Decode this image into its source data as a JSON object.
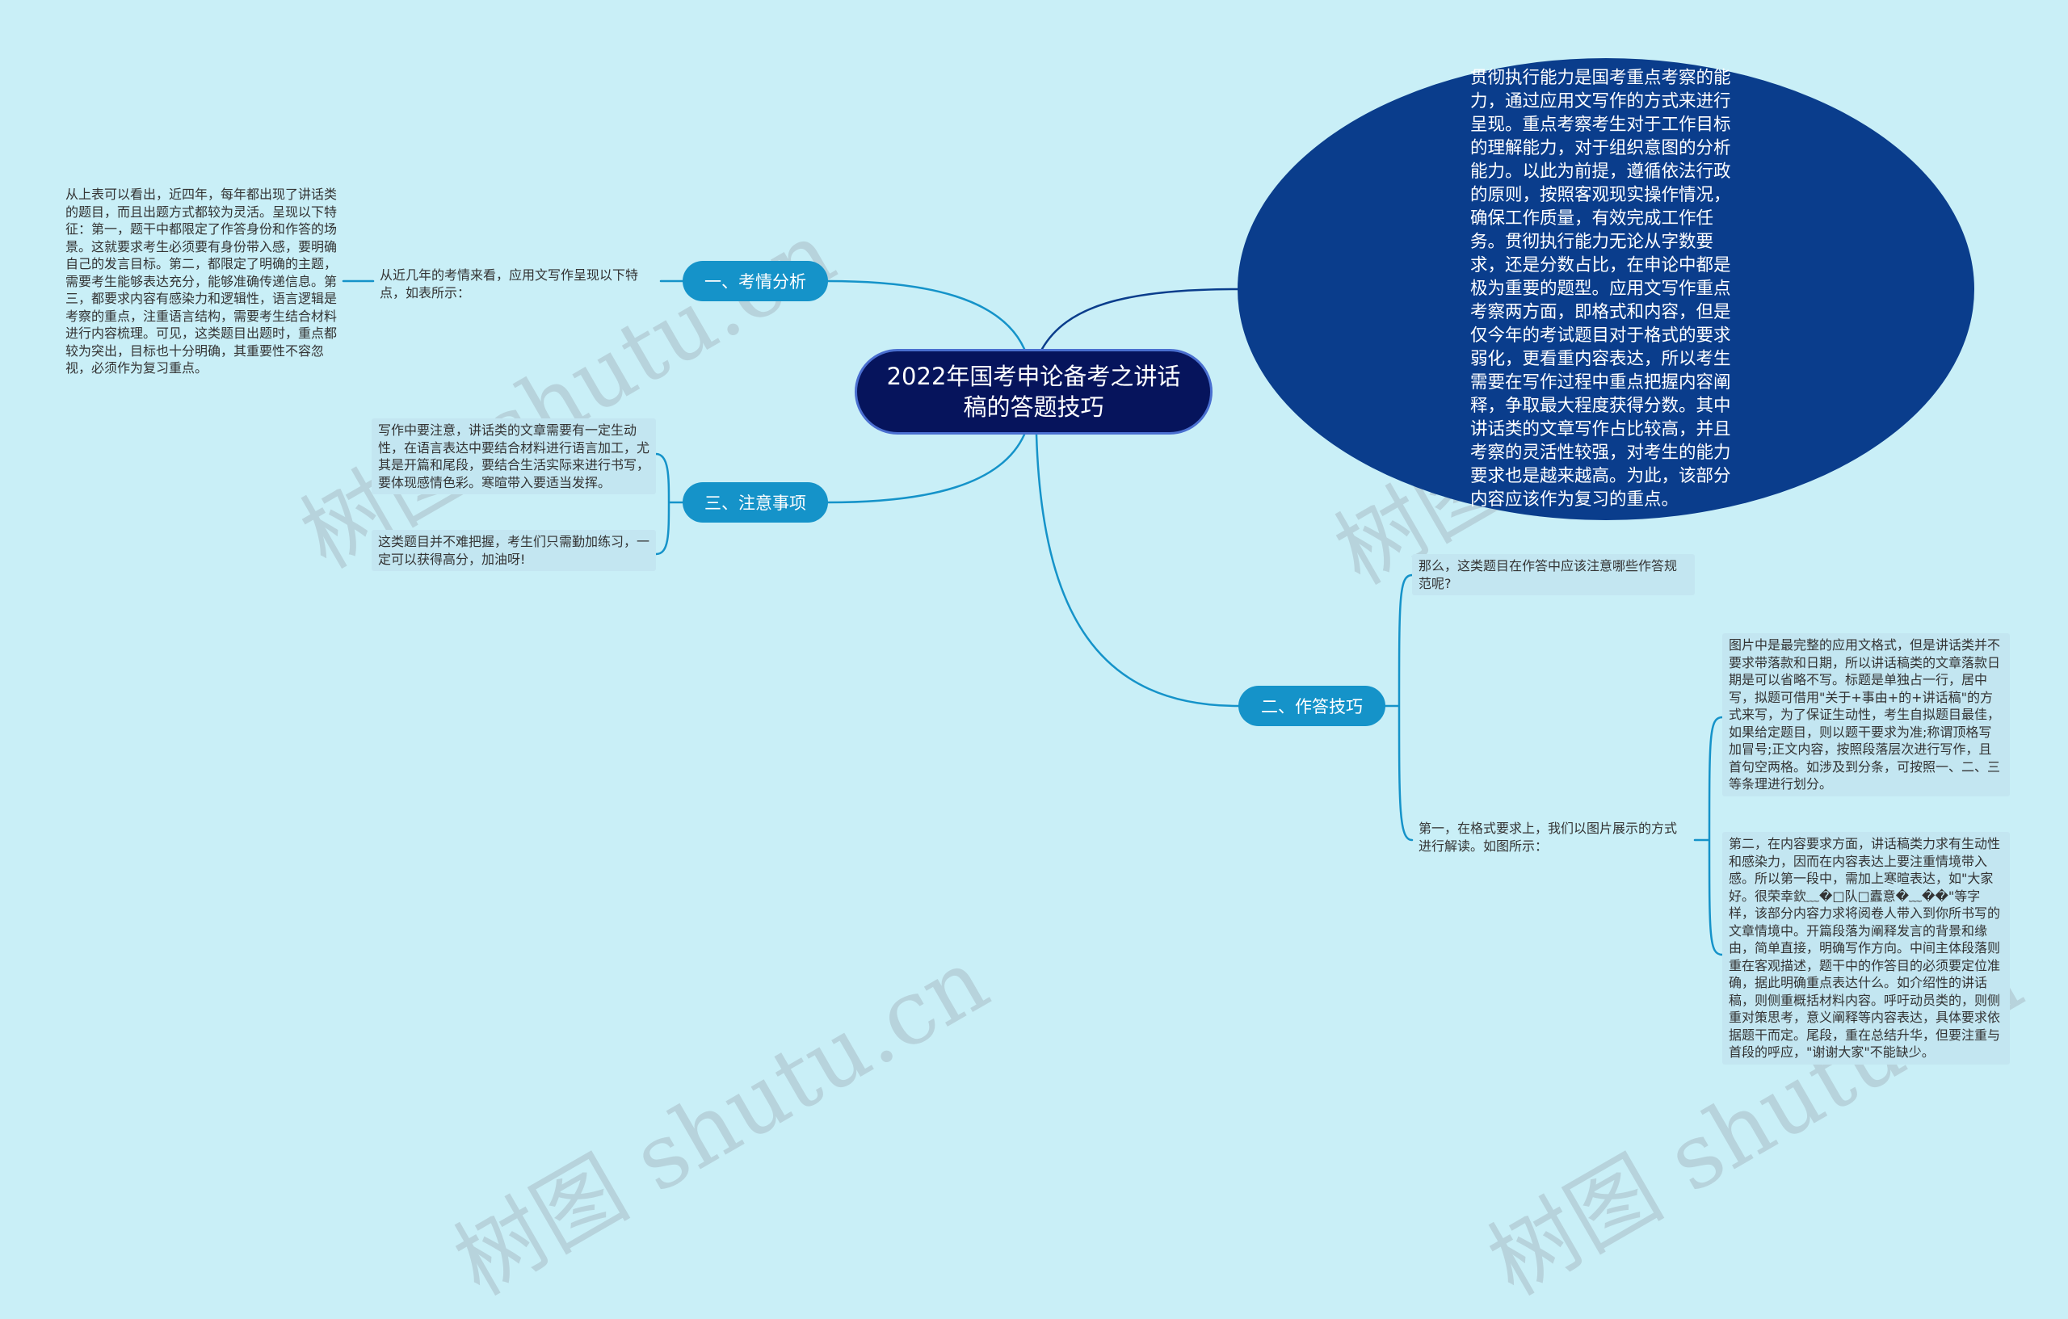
{
  "watermark": "树图 shutu.cn",
  "root": {
    "title": "2022年国考申论备考之讲话稿的答题技巧"
  },
  "bubble": {
    "text": "贯彻执行能力是国考重点考察的能力，通过应用文写作的方式来进行呈现。重点考察考生对于工作目标的理解能力，对于组织意图的分析能力。以此为前提，遵循依法行政的原则，按照客观现实操作情况，确保工作质量，有效完成工作任务。贯彻执行能力无论从字数要求，还是分数占比，在申论中都是极为重要的题型。应用文写作重点考察两方面，即格式和内容，但是仅今年的考试题目对于格式的要求弱化，更看重内容表达，所以考生需要在写作过程中重点把握内容阐释，争取最大程度获得分数。其中讲话类的文章写作占比较高，并且考察的灵活性较强，对考生的能力要求也是越来越高。为此，该部分内容应该作为复习的重点。"
  },
  "branches": {
    "b1": {
      "label": "一、考情分析",
      "leaf1": "从近几年的考情来看，应用文写作呈现以下特点，如表所示：",
      "leaf2": "从上表可以看出，近四年，每年都出现了讲话类的题目，而且出题方式都较为灵活。呈现以下特征：第一，题干中都限定了作答身份和作答的场景。这就要求考生必须要有身份带入感，要明确自己的发言目标。第二，都限定了明确的主题，需要考生能够表达充分，能够准确传递信息。第三，都要求内容有感染力和逻辑性，语言逻辑是考察的重点，注重语言结构，需要考生结合材料进行内容梳理。可见，这类题目出题时，重点都较为突出，目标也十分明确，其重要性不容忽视，必须作为复习重点。"
    },
    "b3": {
      "label": "三、注意事项",
      "leaf1": "写作中要注意，讲话类的文章需要有一定生动性，在语言表达中要结合材料进行语言加工，尤其是开篇和尾段，要结合生活实际来进行书写，要体现感情色彩。寒暄带入要适当发挥。",
      "leaf2": "这类题目并不难把握，考生们只需勤加练习，一定可以获得高分，加油呀!"
    },
    "b2": {
      "label": "二、作答技巧",
      "leaf1": "那么，这类题目在作答中应该注意哪些作答规范呢?",
      "leaf2": "第一，在格式要求上，我们以图片展示的方式进行解读。如图所示：",
      "leaf2a": "图片中是最完整的应用文格式，但是讲话类并不要求带落款和日期，所以讲话稿类的文章落款日期是可以省略不写。标题是单独占一行，居中写，拟题可借用\"关于+事由+的+讲话稿\"的方式来写，为了保证生动性，考生自拟题目最佳，如果给定题目，则以题干要求为准;称谓顶格写加冒号;正文内容，按照段落层次进行写作，且首句空两格。如涉及到分条，可按照一、二、三等条理进行划分。",
      "leaf2b": "第二，在内容要求方面，讲话稿类力求有生动性和感染力，因而在内容表达上要注重情境带入感。所以第一段中，需加上寒暄表达，如\"大家好。很荣幸欽﹏�□队□蠹意�﹏��\"等字样，该部分内容力求将阅卷人带入到你所书写的文章情境中。开篇段落为阐释发言的背景和缘由，简单直接，明确写作方向。中间主体段落则重在客观描述，题干中的作答目的必须要定位准确，据此明确重点表达什么。如介绍性的讲话稿，则侧重概括材料内容。呼吁动员类的，则侧重对策思考，意义阐释等内容表达，具体要求依据题干而定。尾段，重在总结升华，但要注重与首段的呼应，\"谢谢大家\"不能缺少。"
    }
  }
}
